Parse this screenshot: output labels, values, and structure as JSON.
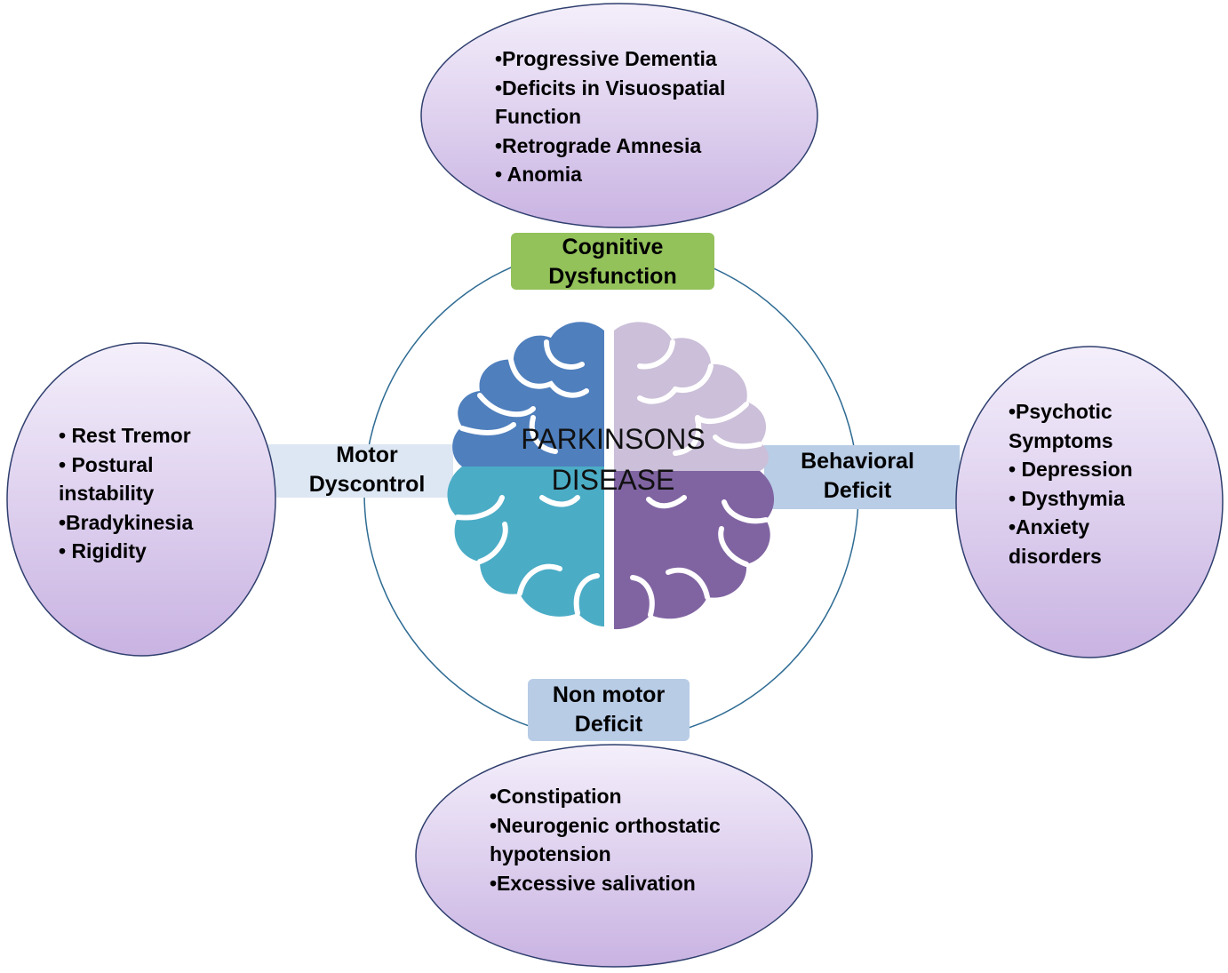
{
  "center": {
    "line1": "PARKINSONS",
    "line2": "DISEASE"
  },
  "cognitive": {
    "label_line1": "Cognitive",
    "label_line2": "Dysfunction",
    "items": [
      "•Progressive Dementia",
      "•Deficits in Visuospatial",
      "Function",
      "•Retrograde Amnesia",
      "• Anomia"
    ]
  },
  "motor": {
    "label_line1": "Motor",
    "label_line2": "Dyscontrol",
    "items": [
      "• Rest Tremor",
      "• Postural",
      "instability",
      "•Bradykinesia",
      "• Rigidity"
    ]
  },
  "behavioral": {
    "label_line1": "Behavioral",
    "label_line2": "Deficit",
    "items": [
      "•Psychotic",
      "Symptoms",
      "• Depression",
      "• Dysthymia",
      "•Anxiety",
      "disorders"
    ]
  },
  "nonmotor": {
    "label_line1": "Non motor",
    "label_line2": "Deficit",
    "items": [
      "•Constipation",
      "•Neurogenic orthostatic",
      "hypotension",
      "•Excessive salivation"
    ]
  },
  "colors": {
    "ellipse_fill_top": "#f3eefa",
    "ellipse_fill_bottom": "#cbb6e3",
    "ellipse_stroke": "#2f3f6e",
    "cognitive_box": "#93c15a",
    "blue_box": "#b8cce6",
    "circle_stroke": "#2e6b93",
    "brain_dark_blue": "#4f7fbd",
    "brain_light_purple": "#cbbfd9",
    "brain_teal": "#4bacc6",
    "brain_purple": "#8064a2"
  }
}
